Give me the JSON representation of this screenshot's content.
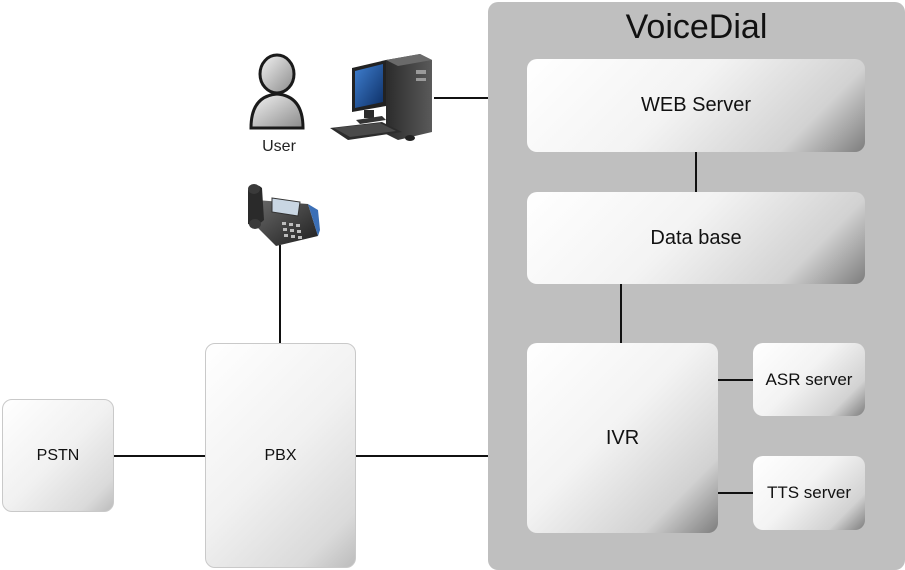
{
  "diagram": {
    "system_title": "VoiceDial",
    "nodes": {
      "web_server": "WEB Server",
      "database": "Data base",
      "ivr": "IVR",
      "asr_server": "ASR server",
      "tts_server": "TTS server",
      "pbx": "PBX",
      "pstn": "PSTN"
    },
    "user_label": "User",
    "icons": [
      "user-icon",
      "computer-icon",
      "ip-phone-icon"
    ],
    "colors": {
      "system_background": "#bfbfbf",
      "connector": "#111111",
      "node_gradient_light": "#ffffff",
      "node_gradient_dark": "#7d7d7d"
    }
  }
}
